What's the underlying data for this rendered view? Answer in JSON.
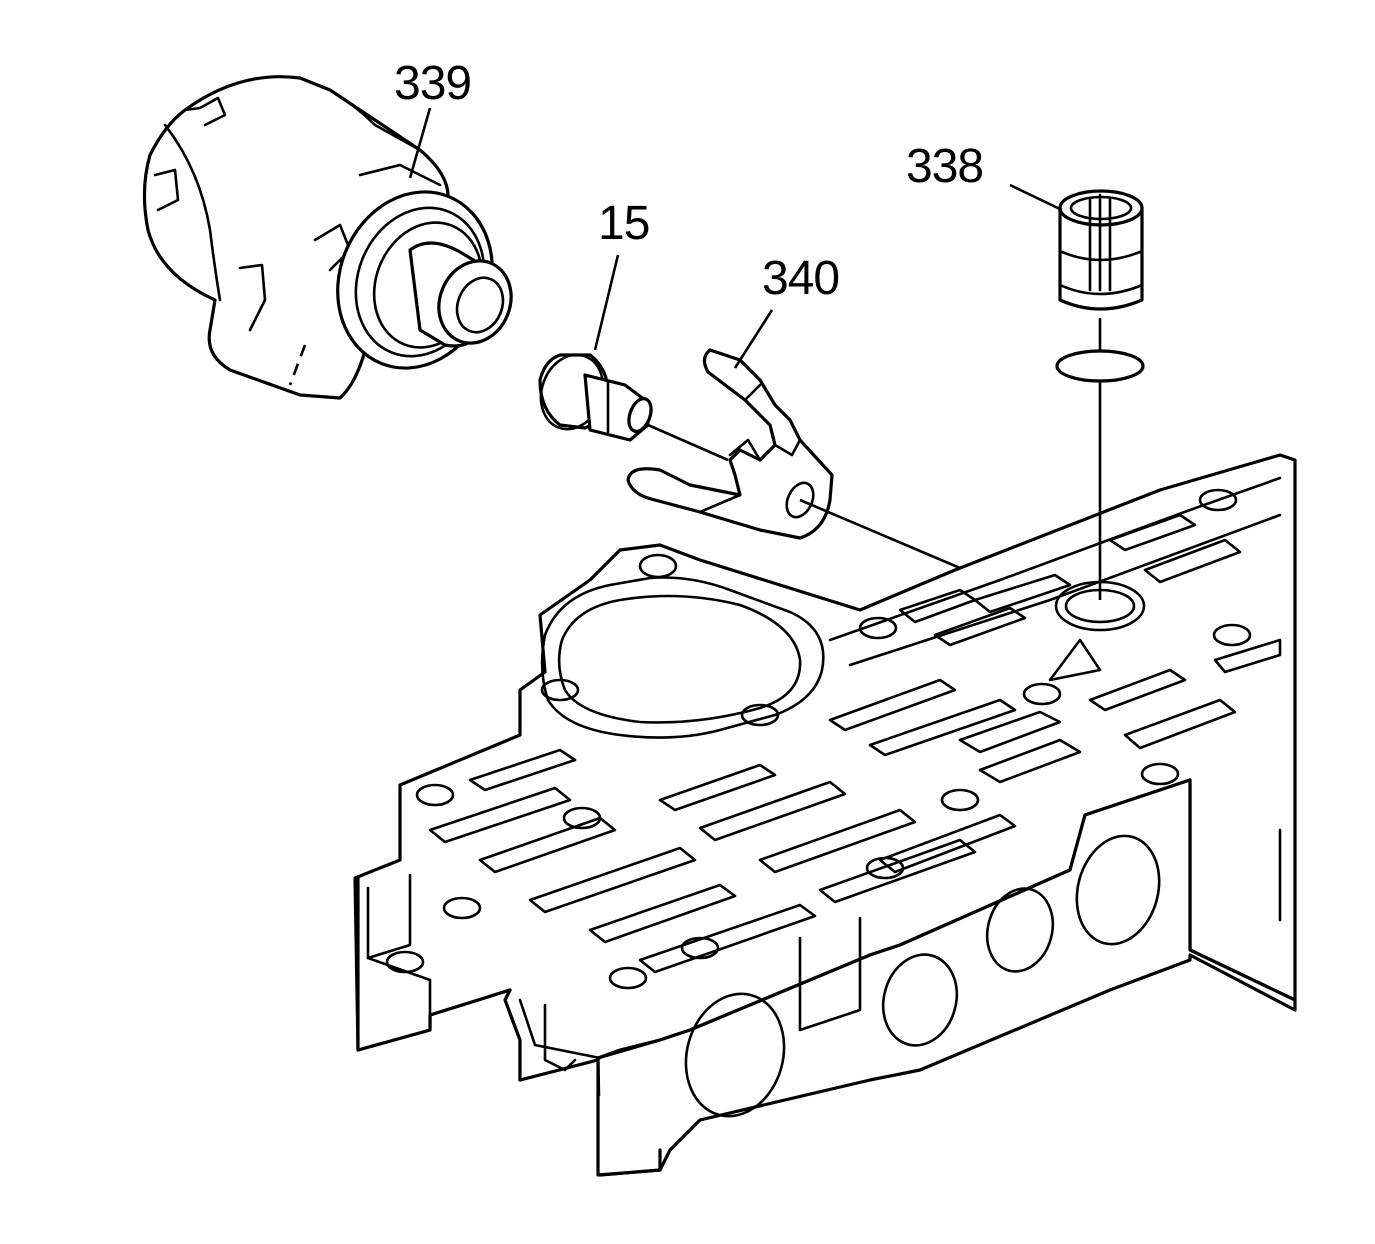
{
  "callouts": {
    "solenoid": "339",
    "screen": "338",
    "bolt": "15",
    "retainer": "340"
  },
  "colors": {
    "line": "#000000",
    "background": "#ffffff"
  }
}
